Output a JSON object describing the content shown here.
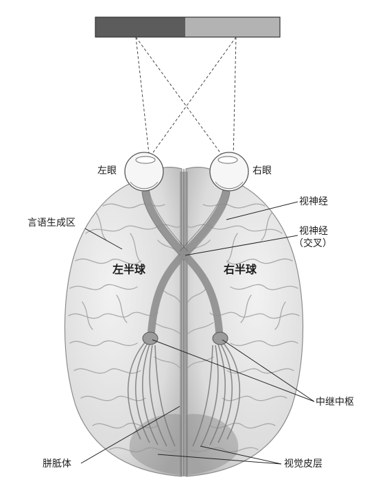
{
  "labels": {
    "left_eye": "左眼",
    "right_eye": "右眼",
    "optic_nerve": "视神经",
    "optic_chiasm_line1": "视神经",
    "optic_chiasm_line2": "（交叉）",
    "speech_area": "言语生成区",
    "left_hemisphere": "左半球",
    "right_hemisphere": "右半球",
    "relay_center": "中继中枢",
    "corpus_callosum": "胼胝体",
    "visual_cortex": "视觉皮层"
  },
  "colors": {
    "left_visual_field": "#5c5c5c",
    "right_visual_field": "#b3b3b3",
    "brain": "#e4e4e4",
    "pathway": "#8e8e8e",
    "cortex_shade": "#9a9a9a"
  }
}
